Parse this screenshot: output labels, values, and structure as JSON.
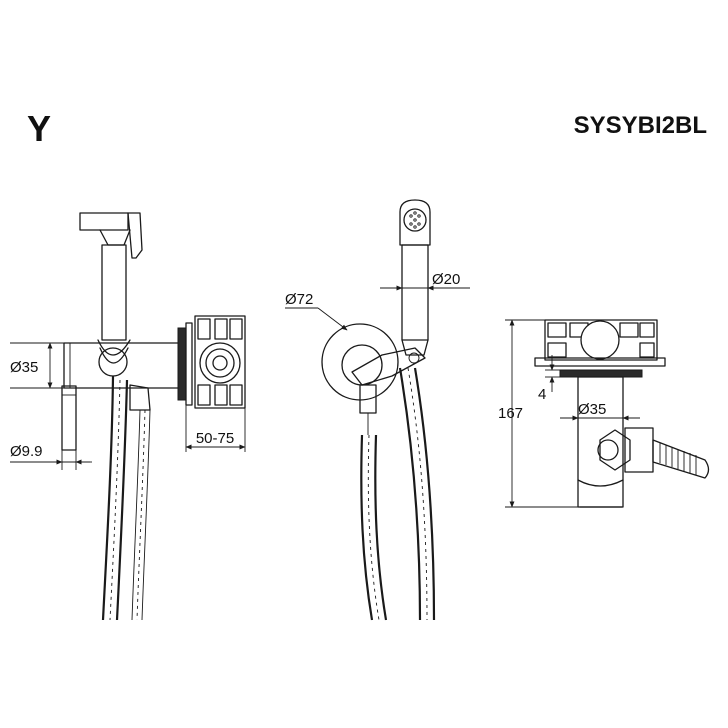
{
  "header": {
    "brand_letter": "Y",
    "model_code": "SYSYBI2BL"
  },
  "dimensions": {
    "left_view": {
      "body_diameter": "Ø35",
      "outlet_diameter": "Ø9.9",
      "wall_depth": "50-75"
    },
    "front_view": {
      "plate_diameter": "Ø72",
      "handle_diameter": "Ø20"
    },
    "side_view": {
      "height": "167",
      "plate_thickness": "4",
      "body_diameter": "Ø35"
    }
  }
}
